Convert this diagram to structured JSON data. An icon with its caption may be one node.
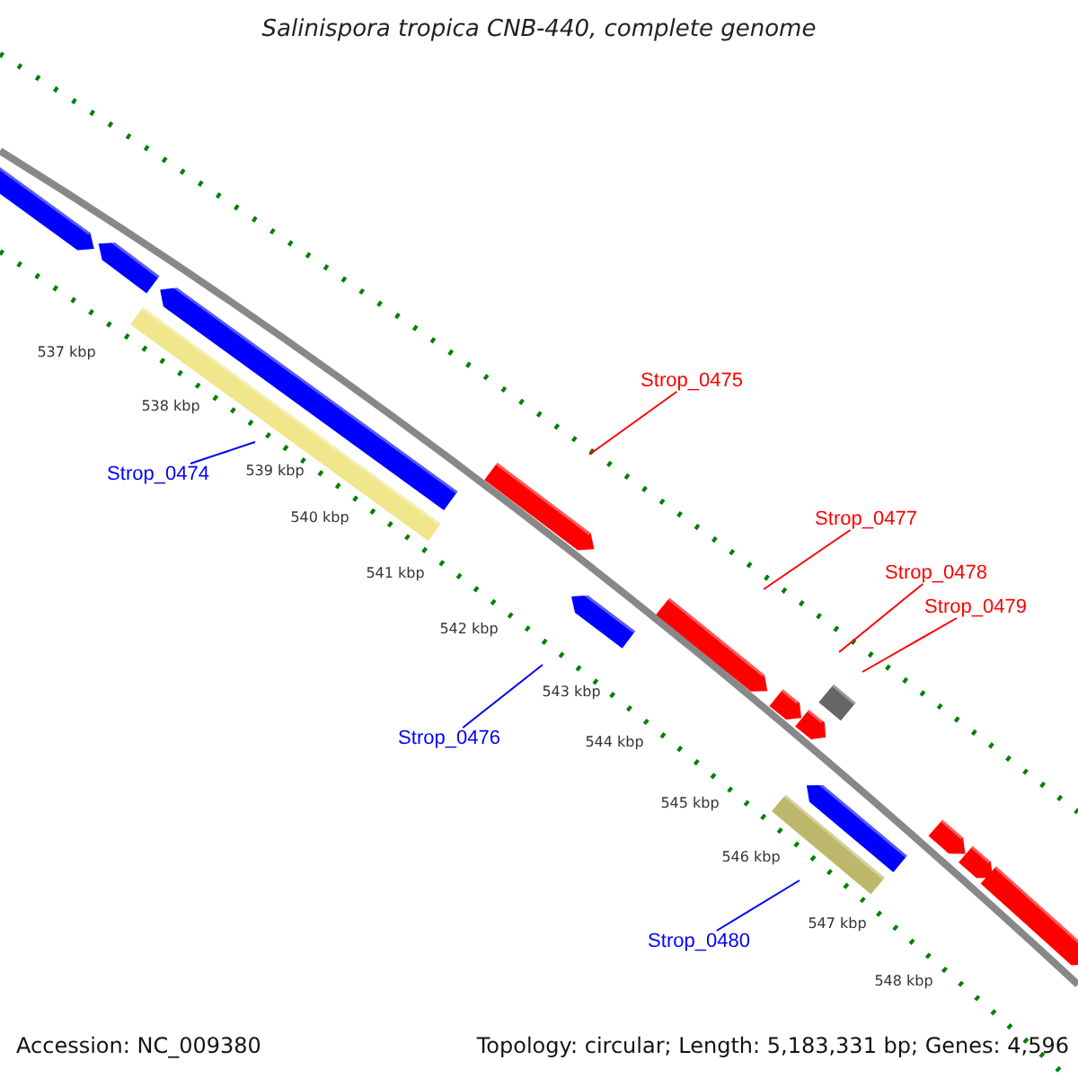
{
  "diagram": {
    "title": "Salinispora tropica CNB-440, complete genome",
    "nodes": [
      {
        "text": [
          "Strop_0474"
        ]
      },
      {
        "text": [
          "Strop_0475"
        ]
      },
      {
        "text": [
          "Strop_0476"
        ]
      },
      {
        "text": [
          "Strop_0477"
        ]
      },
      {
        "text": [
          "Strop_0478"
        ]
      },
      {
        "text": [
          "Strop_0479"
        ]
      },
      {
        "text": [
          "Strop_0480"
        ]
      }
    ],
    "edges": [
      {
        "from": 0,
        "to": null,
        "arrow": "none",
        "color": "#0000ff"
      },
      {
        "from": 1,
        "to": null,
        "arrow": "none",
        "color": "#ff0000"
      },
      {
        "from": 2,
        "to": null,
        "arrow": "none",
        "color": "#0000ff"
      },
      {
        "from": 3,
        "to": null,
        "arrow": "none",
        "color": "#ff0000"
      },
      {
        "from": 4,
        "to": null,
        "arrow": "none",
        "color": "#ff0000"
      },
      {
        "from": 5,
        "to": null,
        "arrow": "none",
        "color": "#ff0000"
      },
      {
        "from": 6,
        "to": null,
        "arrow": "none",
        "color": "#0000ff"
      }
    ],
    "labels": [
      "537 kbp",
      "538 kbp",
      "539 kbp",
      "540 kbp",
      "541 kbp",
      "542 kbp",
      "543 kbp",
      "544 kbp",
      "545 kbp",
      "546 kbp",
      "547 kbp",
      "548 kbp",
      "Accession: NC_009380",
      "Topology: circular; Length: 5,183,331 bp; Genes: 4,596"
    ]
  }
}
